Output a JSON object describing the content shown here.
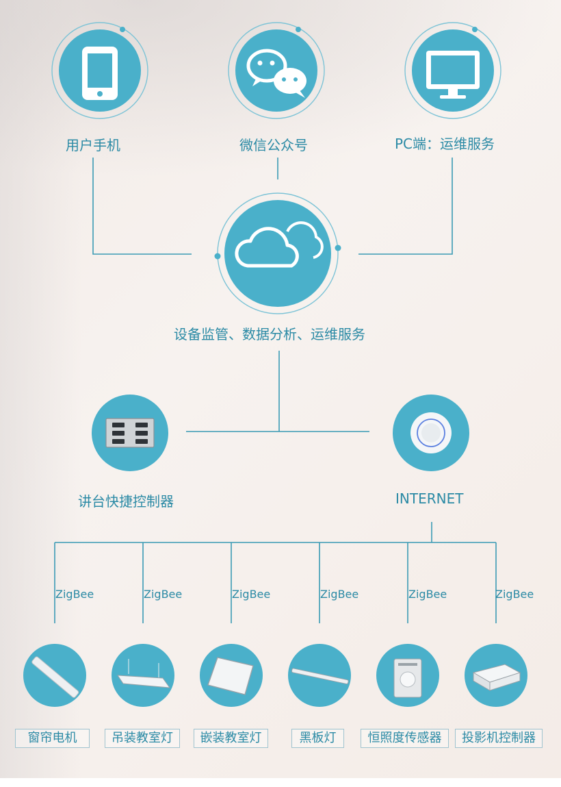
{
  "top_nodes": [
    {
      "label": "用户手机",
      "icon": "phone-icon"
    },
    {
      "label": "微信公众号",
      "icon": "wechat-icon"
    },
    {
      "label": "PC端：运维服务",
      "icon": "monitor-icon"
    }
  ],
  "cloud": {
    "label": "设备监管、数据分析、运维服务",
    "icon": "cloud-icon"
  },
  "mid_nodes": [
    {
      "label": "讲台快捷控制器",
      "icon": "control-panel-icon"
    },
    {
      "label": "INTERNET",
      "icon": "gateway-icon"
    }
  ],
  "protocol": "ZigBee",
  "devices": [
    {
      "label": "窗帘电机",
      "protocol": "ZigBee",
      "icon": "curtain-motor-icon"
    },
    {
      "label": "吊装教室灯",
      "protocol": "ZigBee",
      "icon": "pendant-light-icon"
    },
    {
      "label": "嵌装教室灯",
      "protocol": "ZigBee",
      "icon": "panel-light-icon"
    },
    {
      "label": "黑板灯",
      "protocol": "ZigBee",
      "icon": "blackboard-light-icon"
    },
    {
      "label": "恒照度传感器",
      "protocol": "ZigBee",
      "icon": "illuminance-sensor-icon"
    },
    {
      "label": "投影机控制器",
      "protocol": "ZigBee",
      "icon": "projector-controller-icon"
    }
  ],
  "colors": {
    "accent": "#4ab0ca",
    "line": "#3a9ab4",
    "text": "#2b8aa5"
  }
}
